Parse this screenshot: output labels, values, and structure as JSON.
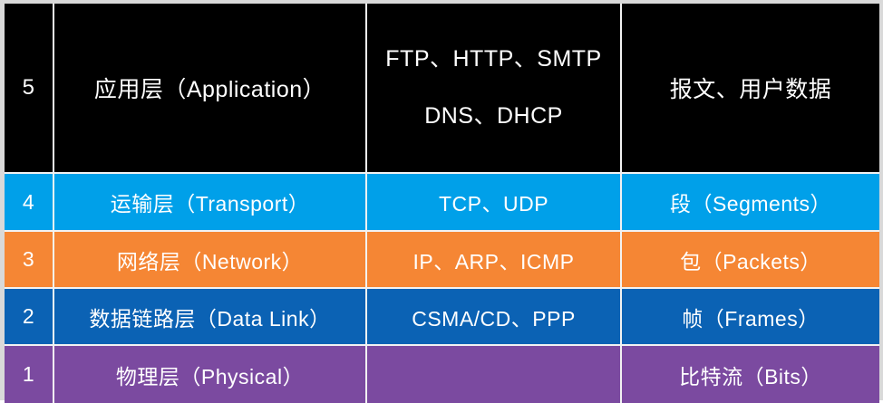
{
  "diagram": {
    "title": "TCP/IP five-layer model reference table",
    "columns": [
      "layer_number",
      "layer_name",
      "protocols",
      "data_unit"
    ],
    "colors": {
      "layer5_bg": "#000000",
      "layer4_bg": "#00a0e9",
      "layer3_bg": "#f58634",
      "layer2_bg": "#0b62b4",
      "layer1_bg": "#7b4aa0",
      "text": "#ffffff",
      "grid_line": "#f2f2f2",
      "page_bg": "#d9d9d9"
    },
    "rows": [
      {
        "number": "5",
        "layer": "应用层（Application）",
        "protocols_line1": "FTP、HTTP、SMTP",
        "protocols_line2": "DNS、DHCP",
        "unit": "报文、用户数据"
      },
      {
        "number": "4",
        "layer": "运输层（Transport）",
        "protocols": "TCP、UDP",
        "unit": "段（Segments）"
      },
      {
        "number": "3",
        "layer": "网络层（Network）",
        "protocols": "IP、ARP、ICMP",
        "unit": "包（Packets）"
      },
      {
        "number": "2",
        "layer": "数据链路层（Data Link）",
        "protocols": "CSMA/CD、PPP",
        "unit": "帧（Frames）"
      },
      {
        "number": "1",
        "layer": "物理层（Physical）",
        "protocols": "",
        "unit": "比特流（Bits）"
      }
    ]
  }
}
